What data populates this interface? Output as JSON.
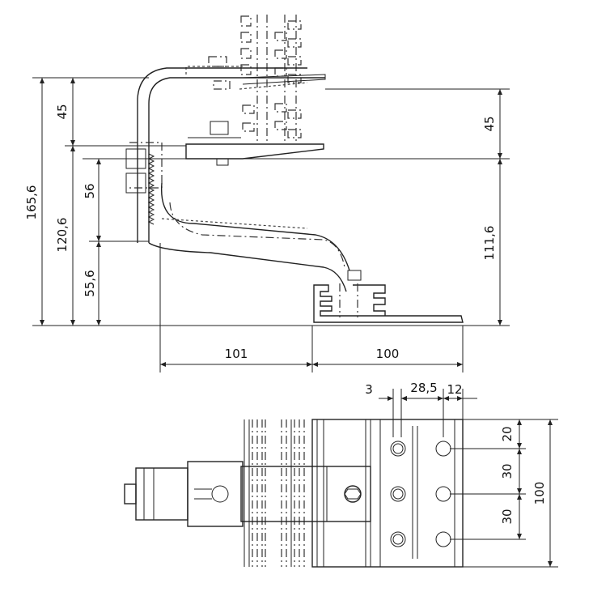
{
  "side_view": {
    "dims": {
      "total_height": "165,6",
      "height_120": "120,6",
      "height_55": "55,6",
      "height_56": "56",
      "left_45": "45",
      "right_45": "45",
      "right_111": "111,6",
      "width_101": "101",
      "width_100": "100"
    }
  },
  "top_view": {
    "dims": {
      "slot_3": "3",
      "spacing_28": "28,5",
      "offset_12": "12",
      "pitch_20": "20",
      "pitch_30a": "30",
      "pitch_30b": "30",
      "depth_100": "100"
    }
  }
}
